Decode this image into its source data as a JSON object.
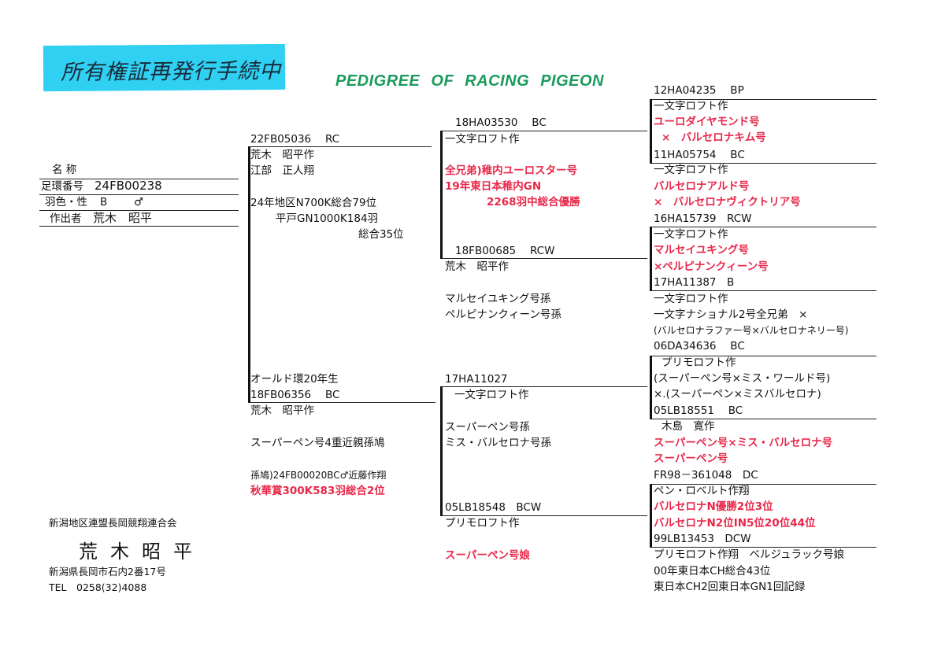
{
  "note": "所有権証再発行手続中",
  "title": "PEDIGREE OF RACING PIGEON",
  "subject": {
    "name_label": "名 称",
    "ring_label": "足環番号",
    "ring": "24FB00238",
    "color_sex_label": "羽色・性",
    "color": "B",
    "sex": "♂",
    "breeder_label": "作出者",
    "breeder": "荒木　昭平"
  },
  "footer": {
    "club": "新潟地区連盟長岡競翔連合会",
    "owner": "荒木昭平",
    "address": "新潟県長岡市石内2番17号",
    "tel": "TEL　0258(32)4088"
  },
  "gen1": [
    {
      "t": "22FB05036　 RC"
    },
    {
      "t": "荒木　昭平作"
    },
    {
      "t": "江部　正人翔"
    },
    {
      "t": "24年地区N700K総合79位"
    },
    {
      "t": "平戸GN1000K184羽"
    },
    {
      "t": "総合35位"
    },
    {
      "t": "オールド環20年生"
    },
    {
      "t": "18FB06356　 BC"
    },
    {
      "t": "荒木　昭平作"
    },
    {
      "t": "スーパーペン号4重近親孫鳩"
    },
    {
      "t": "孫鳩)24FB00020BC♂近藤作翔",
      "small": true
    },
    {
      "t": "秋華賞300K583羽総合2位",
      "red": true
    }
  ],
  "gen2": [
    {
      "t": "18HA03530　 BC"
    },
    {
      "t": "一文字ロフト作"
    },
    {
      "t": "全兄弟)稚内ユーロスター号",
      "red": true
    },
    {
      "t": "19年東日本稚内GN",
      "red": true
    },
    {
      "t": "2268羽中総合優勝",
      "red": true
    },
    {
      "t": "18FB00685　 RCW"
    },
    {
      "t": "荒木　昭平作"
    },
    {
      "t": "マルセイユキング号孫"
    },
    {
      "t": "ペルピナンクィーン号孫"
    },
    {
      "t": "17HA11027"
    },
    {
      "t": "一文字ロフト作"
    },
    {
      "t": "スーパーペン号孫"
    },
    {
      "t": "ミス・バルセロナ号孫"
    },
    {
      "t": "05LB18548　BCW"
    },
    {
      "t": "プリモロフト作"
    },
    {
      "t": "スーパーペン号娘",
      "red": true
    }
  ],
  "gen3": [
    {
      "t": "12HA04235　 BP"
    },
    {
      "t": "一文字ロフト作"
    },
    {
      "t": "ユーロダイヤモンド号",
      "red": true
    },
    {
      "t": "×　バルセロナキム号",
      "red": true
    },
    {
      "t": "11HA05754　 BC"
    },
    {
      "t": "一文字ロフト作"
    },
    {
      "t": "バルセロナアルド号",
      "red": true
    },
    {
      "t": "×　バルセロナヴィクトリア号",
      "red": true
    },
    {
      "t": "16HA15739　RCW"
    },
    {
      "t": "一文字ロフト作"
    },
    {
      "t": "マルセイユキング号",
      "red": true
    },
    {
      "t": "×ペルピナンクィーン号",
      "red": true
    },
    {
      "t": "17HA11387　B"
    },
    {
      "t": "一文字ロフト作"
    },
    {
      "t": "一文字ナショナル2号全兄弟　×"
    },
    {
      "t": "(バルセロナラファー号×バルセロナネリー号)",
      "small": true
    },
    {
      "t": "06DA34636　 BC"
    },
    {
      "t": "プリモロフト作"
    },
    {
      "t": "(スーパーペン号×ミス・ワールド号)"
    },
    {
      "t": "×.(スーパーペン×ミスバルセロナ)"
    },
    {
      "t": "05LB18551　 BC"
    },
    {
      "t": "木島　寛作"
    },
    {
      "t": "スーパーペン号×ミス・バルセロナ号",
      "red": true
    },
    {
      "t": "スーパーペン号",
      "red": true
    },
    {
      "t": "FR98－361048　DC"
    },
    {
      "t": "ペン・ロベルト作翔"
    },
    {
      "t": "バルセロナN優勝2位3位",
      "red": true
    },
    {
      "t": "バルセロナN2位IN5位20位44位",
      "red": true
    },
    {
      "t": "99LB13453　DCW"
    },
    {
      "t": "プリモロフト作翔　ベルジュラック号娘"
    },
    {
      "t": "00年東日本CH総合43位"
    },
    {
      "t": "東日本CH2回東日本GN1回記録"
    }
  ]
}
